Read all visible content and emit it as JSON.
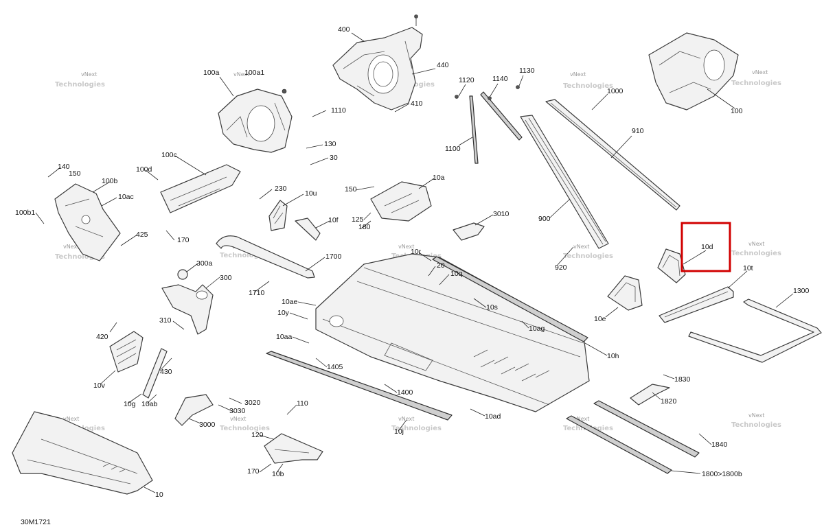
{
  "diagram": {
    "reference_code": "30M1721",
    "watermark_line1": "vNext",
    "watermark_line2": "Technologies",
    "highlight_color": "#d10000",
    "labels": {
      "p400": "400",
      "p440": "440",
      "p410": "410",
      "p100a": "100a",
      "p100a1": "100a1",
      "p1110": "1110",
      "p130": "130",
      "p30": "30",
      "p1120": "1120",
      "p1140": "1140",
      "p1130": "1130",
      "p1100": "1100",
      "p1000": "1000",
      "p910": "910",
      "p900": "900",
      "p920": "920",
      "p100": "100",
      "p10d": "10d",
      "p10t": "10t",
      "p10e": "10e",
      "p1300": "1300",
      "p100c": "100c",
      "p100d": "100d",
      "p140": "140",
      "p150a": "150",
      "p100b": "100b",
      "p10ac": "10ac",
      "p100b1": "100b1",
      "p425": "425",
      "p170a": "170",
      "p230": "230",
      "p10u": "10u",
      "p10f": "10f",
      "p150b": "150",
      "p10a": "10a",
      "p125": "125",
      "p180": "180",
      "p3010": "3010",
      "p1700": "1700",
      "p1710": "1710",
      "p10r": "10r",
      "p20": "20",
      "p10q": "10q",
      "p10s": "10s",
      "p10ag": "10ag",
      "p10h": "10h",
      "p300a": "300a",
      "p300": "300",
      "p310": "310",
      "p10ae": "10ae",
      "p10y": "10y",
      "p10aa": "10aa",
      "p1405": "1405",
      "p420": "420",
      "p430": "430",
      "p10v": "10v",
      "p10g": "10g",
      "p10ab": "10ab",
      "p1400": "1400",
      "p10ad": "10ad",
      "p3020": "3020",
      "p3030": "3030",
      "p3000": "3000",
      "p110": "110",
      "p120": "120",
      "p170b": "170",
      "p10b": "10b",
      "p10j": "10j",
      "p1830": "1830",
      "p1820": "1820",
      "p1840": "1840",
      "p1800": "1800>1800b",
      "p10": "10"
    }
  }
}
